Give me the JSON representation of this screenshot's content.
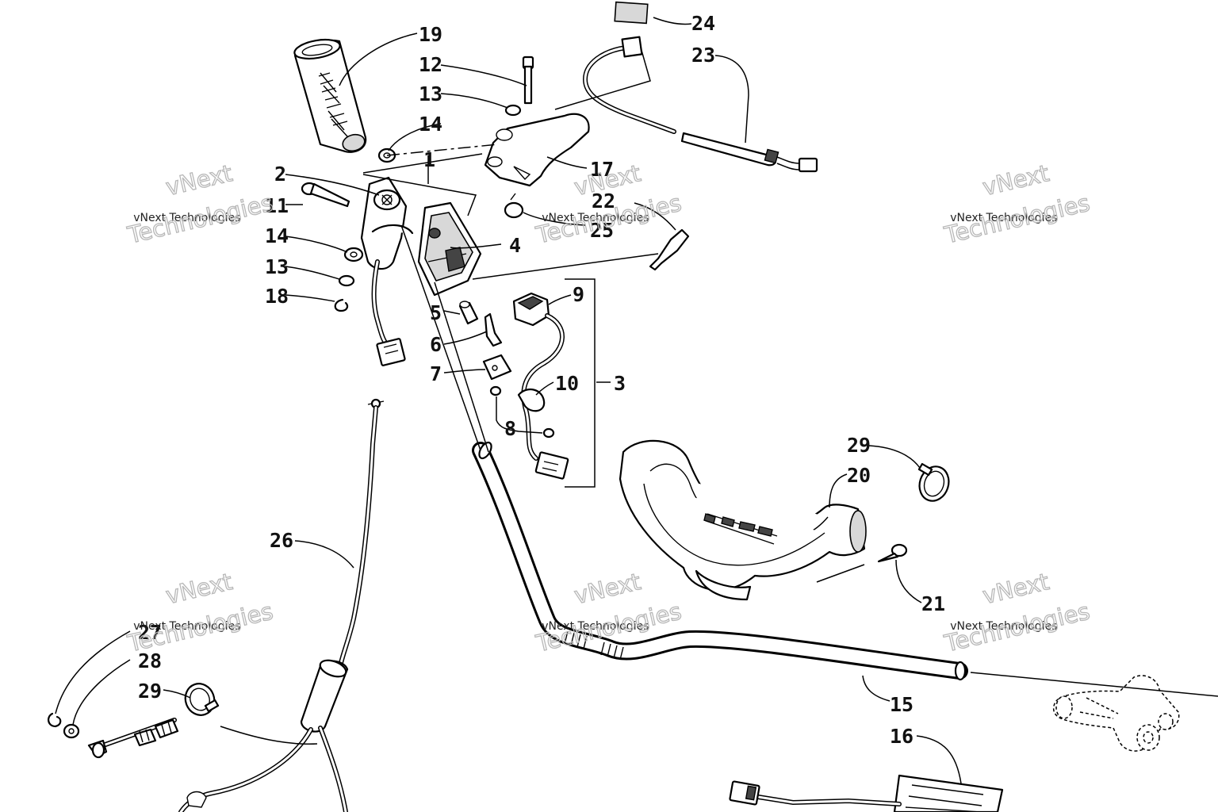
{
  "watermark": {
    "line1": "vNext",
    "line2": "vNext Technologies",
    "line3": "Technologies"
  },
  "callouts": [
    {
      "id": "c1",
      "label": "1"
    },
    {
      "id": "c2",
      "label": "2"
    },
    {
      "id": "c3",
      "label": "3"
    },
    {
      "id": "c4",
      "label": "4"
    },
    {
      "id": "c5",
      "label": "5"
    },
    {
      "id": "c6",
      "label": "6"
    },
    {
      "id": "c7",
      "label": "7"
    },
    {
      "id": "c8",
      "label": "8"
    },
    {
      "id": "c9",
      "label": "9"
    },
    {
      "id": "c10",
      "label": "10"
    },
    {
      "id": "c11",
      "label": "11"
    },
    {
      "id": "c12",
      "label": "12"
    },
    {
      "id": "c13a",
      "label": "13"
    },
    {
      "id": "c13b",
      "label": "13"
    },
    {
      "id": "c14a",
      "label": "14"
    },
    {
      "id": "c14b",
      "label": "14"
    },
    {
      "id": "c15",
      "label": "15"
    },
    {
      "id": "c16",
      "label": "16"
    },
    {
      "id": "c17",
      "label": "17"
    },
    {
      "id": "c18",
      "label": "18"
    },
    {
      "id": "c19",
      "label": "19"
    },
    {
      "id": "c20",
      "label": "20"
    },
    {
      "id": "c21",
      "label": "21"
    },
    {
      "id": "c22",
      "label": "22"
    },
    {
      "id": "c23",
      "label": "23"
    },
    {
      "id": "c24",
      "label": "24"
    },
    {
      "id": "c25",
      "label": "25"
    },
    {
      "id": "c26",
      "label": "26"
    },
    {
      "id": "c27",
      "label": "27"
    },
    {
      "id": "c28",
      "label": "28"
    },
    {
      "id": "c29a",
      "label": "29"
    },
    {
      "id": "c29b",
      "label": "29"
    }
  ]
}
